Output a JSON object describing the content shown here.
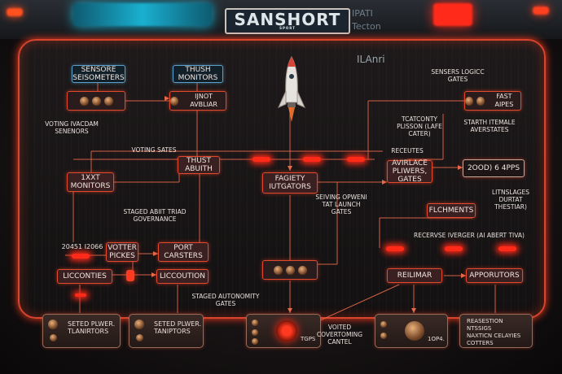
{
  "header": {
    "title": "SANSHORT",
    "subtitle": "SPORT",
    "ghost_right_1": "IPATI",
    "ghost_right_2": "Tecton",
    "ghost_screen": "ILAnri"
  },
  "nodes": {
    "sensor_seismo": "SENSORE SEISOMETERS",
    "thush_monitors": "THUSH MONITORS",
    "ijnot_avbliar": "IJNOT AVBLIAR",
    "fast_aipes": "FAST AIPES",
    "thust_abuith": "THUST ABUITH",
    "ixt_monitors": "1XXT MONITORS",
    "fagiety_iutgators": "FAGIETY IUTGATORS",
    "avirlace_pliwers": "AVIRLACE PLIWERS, GATES",
    "good_4pps": "2OOD) 6 4PPS",
    "flchments": "FLCHMENTS",
    "votter_pickes": "VOTTER PICKES",
    "port_carsters": "PORT CARSTERS",
    "licconties": "LICCONTIES",
    "liccoution": "LICCOUTION",
    "reilimar": "REILIMAR",
    "apporutors": "APPORUTORS"
  },
  "labels": {
    "voting_ivacdam": "VOTING IVACDAM SENENORS",
    "voting_sates": "VOTING SATES",
    "sensers_logicc": "SENSERS LOGICC GATES",
    "tcatconty": "TCATCONTY PLISSON (LAFE CATER)",
    "starth": "STARTH ITEMALE AVERSTATES",
    "receutes": "RECEUTES",
    "staged_triad": "STAGED ABIIT TRIAD GOVERNANCE",
    "seiving": "SEIVING OPWENI TAT LAUNCH GATES",
    "litnslages": "LITNSLAGES DURTAT THESTIAR)",
    "recervse": "RECERVSE IVERGER (AI ABERT TIVA)",
    "num_label": "20451 I2066",
    "staged_autonomity": "STAGED AUTONOMITY GATES",
    "voited": "VOITED COVERTOMING CANTEL",
    "tgps": "TGPS",
    "iop4": "1OP4."
  },
  "panels": {
    "seted_1": "SETED PLWER. TLANIRTORS",
    "seted_2": "SETED PLWER. TANIPTORS",
    "reasestion": [
      "REASESTION",
      "NTSSIGS",
      "NAXTICN CELAYIES",
      "COTTERS"
    ]
  },
  "colors": {
    "accent": "#e14a2c",
    "glow": "#ff2a18",
    "blue_accent": "#5aa0c8"
  }
}
